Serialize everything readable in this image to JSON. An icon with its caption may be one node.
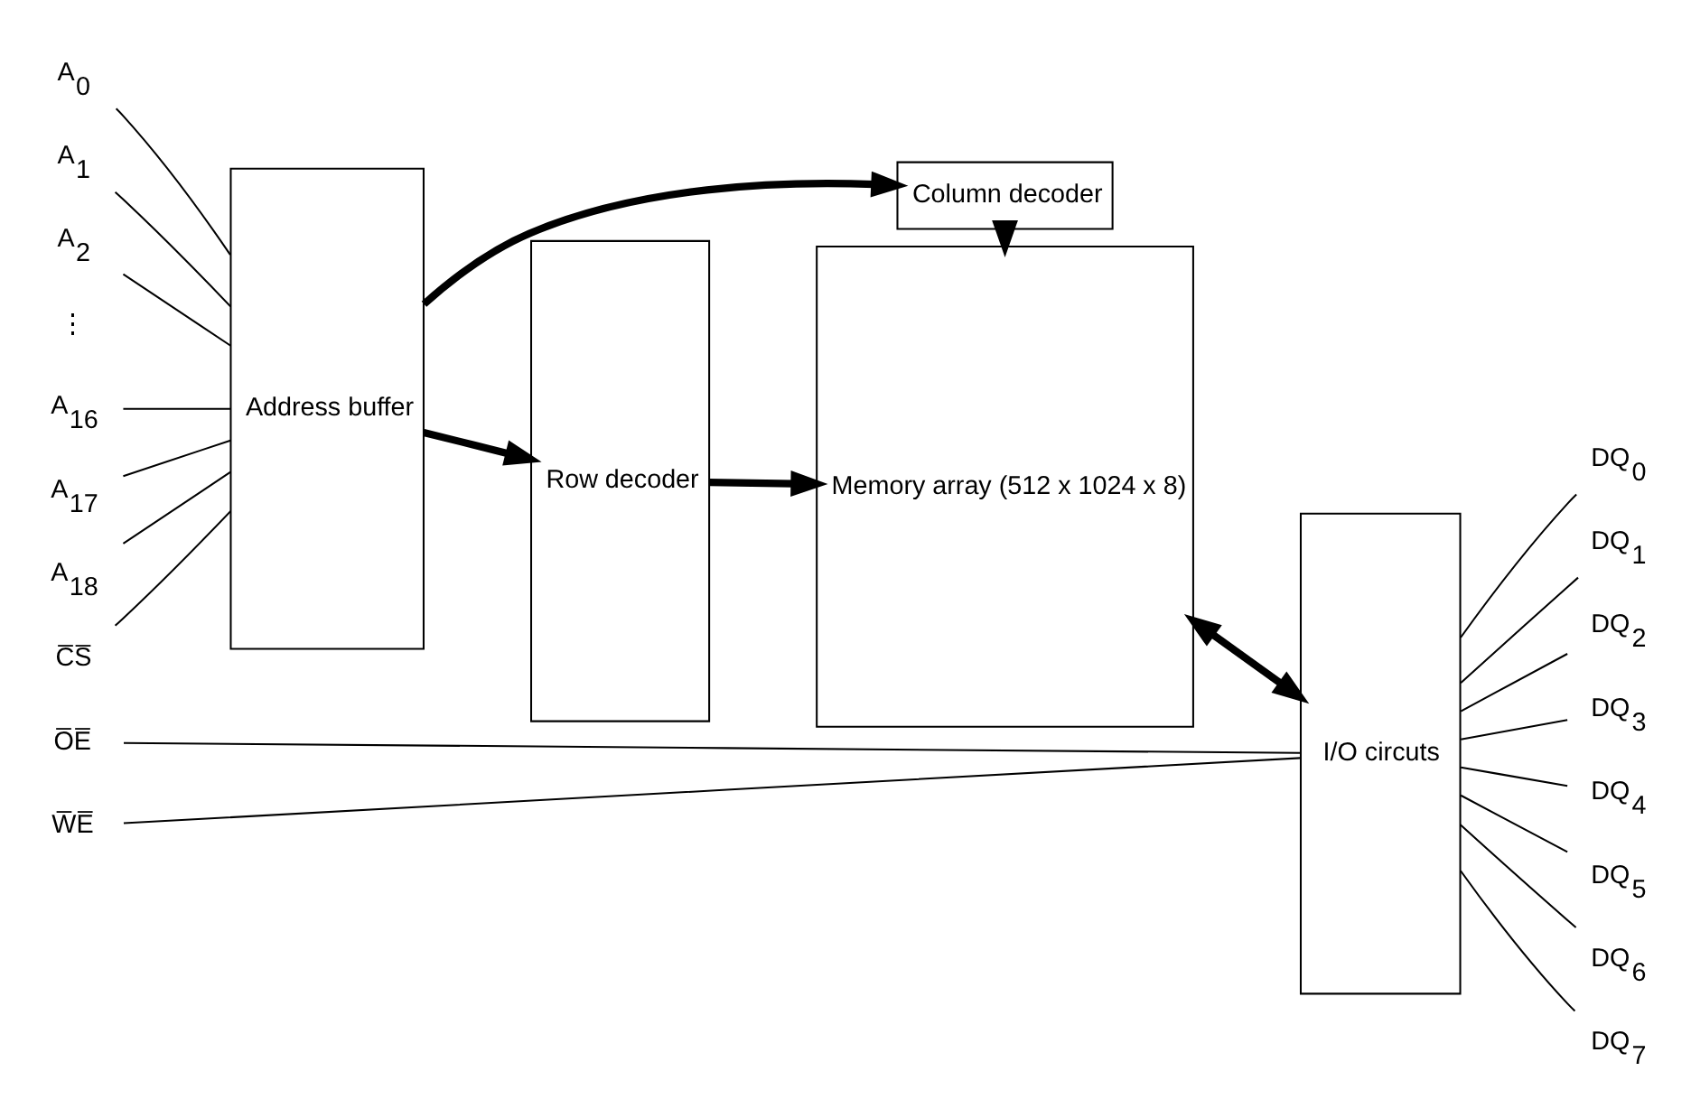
{
  "diagram": {
    "nodes": [
      {
        "text": [
          "Column decoder"
        ]
      },
      {
        "text": [
          "A$_{0}$"
        ]
      },
      {
        "text": [
          "A$_{1}$"
        ]
      },
      {
        "text": [
          "A$_{2}$"
        ]
      },
      {
        "text": [
          "A$_{16}$"
        ]
      },
      {
        "text": [
          "A$_{17}$"
        ]
      },
      {
        "text": [
          "A$_{18}$"
        ]
      },
      {
        "text": [
          "Address buffer"
        ]
      },
      {
        "text": [
          "Row decoder"
        ]
      },
      {
        "text": [
          "Memory array (512 x 1024 x 8)"
        ]
      },
      {
        "text": [
          "I/O circuts"
        ]
      },
      {
        "text": [
          "DQ$_{0}$"
        ]
      },
      {
        "text": [
          "DQ$_{1}$"
        ]
      },
      {
        "text": [
          "DQ$_{2}$"
        ]
      },
      {
        "text": [
          "DQ$_{3}$"
        ]
      },
      {
        "text": [
          "DQ$_{4}$"
        ]
      },
      {
        "text": [
          "DQ$_{5}$"
        ]
      },
      {
        "text": [
          "DQ$_{6}$"
        ]
      },
      {
        "text": [
          "DQ$_{7}$"
        ]
      },
      {
        "text": [
          "C̅S̅"
        ]
      },
      {
        "text": [
          "O̅E̅"
        ]
      },
      {
        "text": [
          "W̅E̅"
        ]
      }
    ],
    "edges": [
      {
        "from": 7,
        "to": 0,
        "arrow": "to",
        "style": "thick"
      },
      {
        "from": 0,
        "to": 9,
        "arrow": "to",
        "style": "thick"
      },
      {
        "from": 1,
        "to": 7,
        "arrow": "none"
      },
      {
        "from": 2,
        "to": 7,
        "arrow": "none"
      },
      {
        "from": 3,
        "to": 7,
        "arrow": "none"
      },
      {
        "from": 4,
        "to": 7,
        "arrow": "none"
      },
      {
        "from": 5,
        "to": 7,
        "arrow": "none"
      },
      {
        "from": 6,
        "to": 7,
        "arrow": "none"
      },
      {
        "from": 7,
        "to": 8,
        "arrow": "to",
        "style": "thick"
      },
      {
        "from": 8,
        "to": 9,
        "arrow": "to",
        "style": "thick"
      },
      {
        "from": 9,
        "to": 10,
        "arrow": "both",
        "style": "thick"
      },
      {
        "from": 10,
        "to": 11,
        "arrow": "none"
      },
      {
        "from": 10,
        "to": 12,
        "arrow": "none"
      },
      {
        "from": 10,
        "to": 13,
        "arrow": "none"
      },
      {
        "from": 10,
        "to": 14,
        "arrow": "none"
      },
      {
        "from": 10,
        "to": 15,
        "arrow": "none"
      },
      {
        "from": 10,
        "to": 16,
        "arrow": "none"
      },
      {
        "from": 10,
        "to": 17,
        "arrow": "none"
      },
      {
        "from": 10,
        "to": 18,
        "arrow": "none"
      },
      {
        "from": 19,
        "to": 7,
        "arrow": "none"
      },
      {
        "from": 20,
        "to": 10,
        "arrow": "none"
      },
      {
        "from": 21,
        "to": 10,
        "arrow": "none"
      }
    ],
    "labels": [
      "⋮"
    ]
  }
}
